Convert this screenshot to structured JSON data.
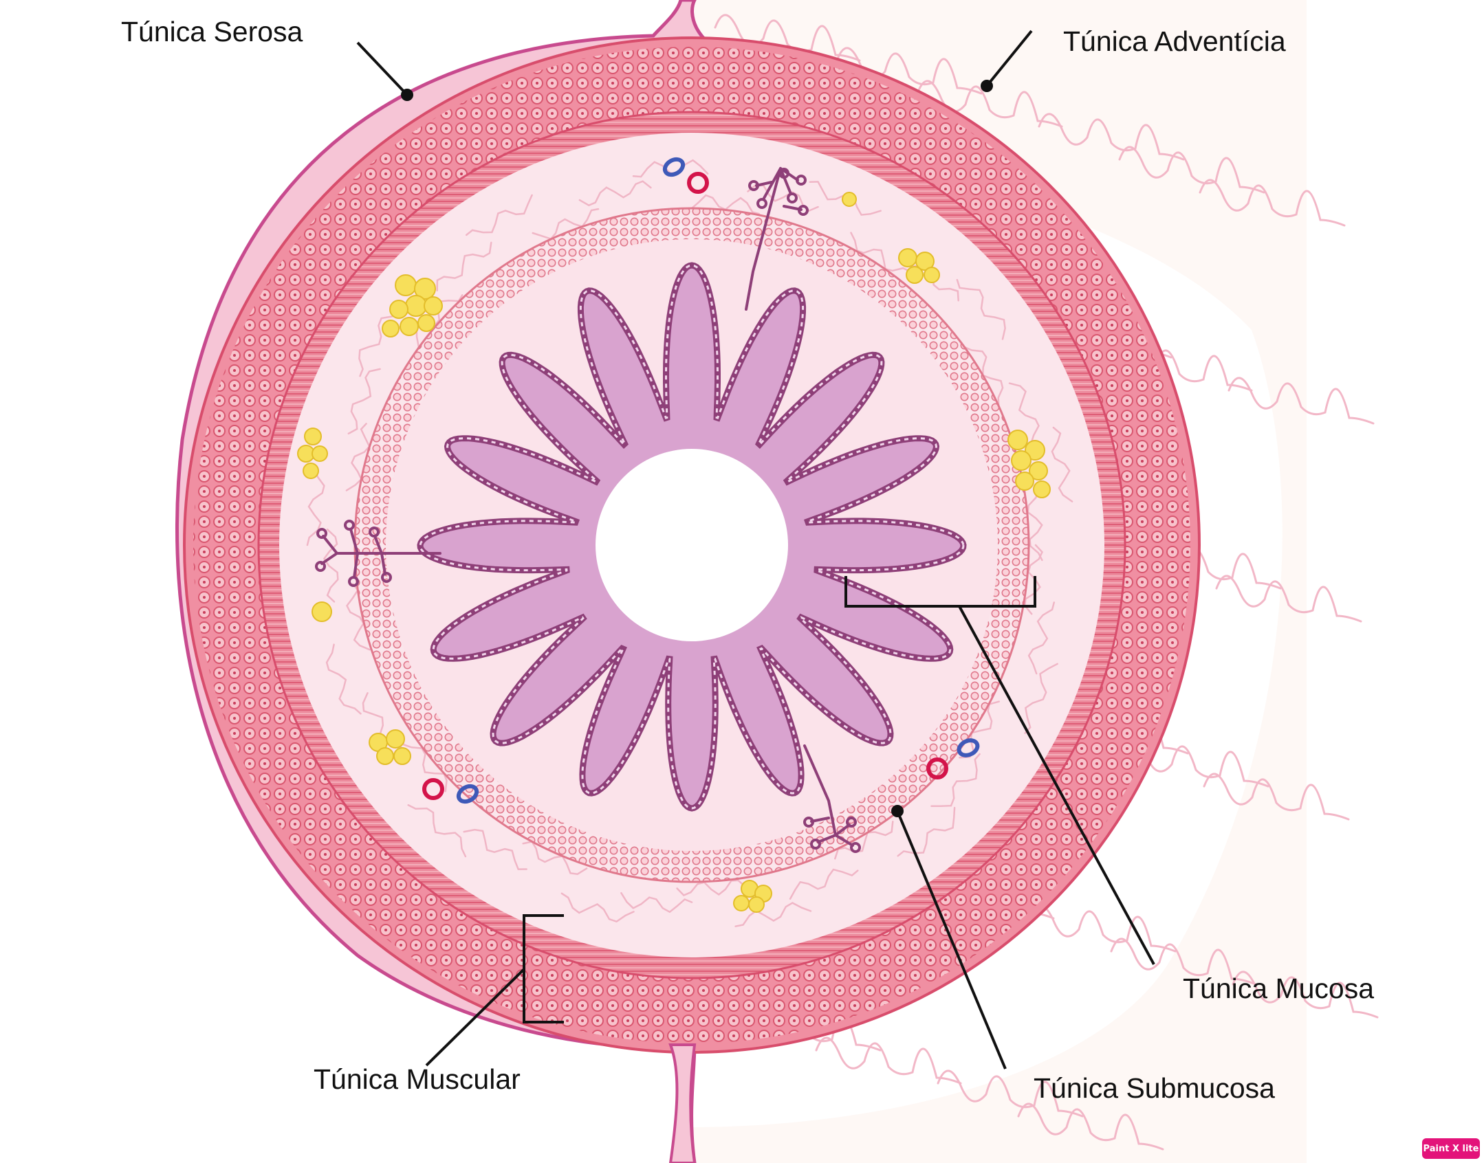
{
  "labels": {
    "serosa": "Túnica Serosa",
    "adventicia": "Túnica Adventícia",
    "mucosa": "Túnica Mucosa",
    "muscular": "Túnica Muscular",
    "submucosa": "Túnica Submucosa"
  },
  "badge": "Paint X lite",
  "colors": {
    "serosa": "#c84a8e",
    "muscle_dark": "#e46b85",
    "muscle_light": "#f3a9b6",
    "submucosa_bg": "#fbe6ec",
    "mucosa_cells": "#ef9aa9",
    "epithelium": "#a9578f",
    "epithelium_fill": "#d9a3cf",
    "adventitia_fiber": "#f2b7c7",
    "fat": "#f7df5a",
    "artery": "#d3144a",
    "vein": "#3e59b8",
    "pointer": "#111111",
    "badge": "#e3137a"
  }
}
